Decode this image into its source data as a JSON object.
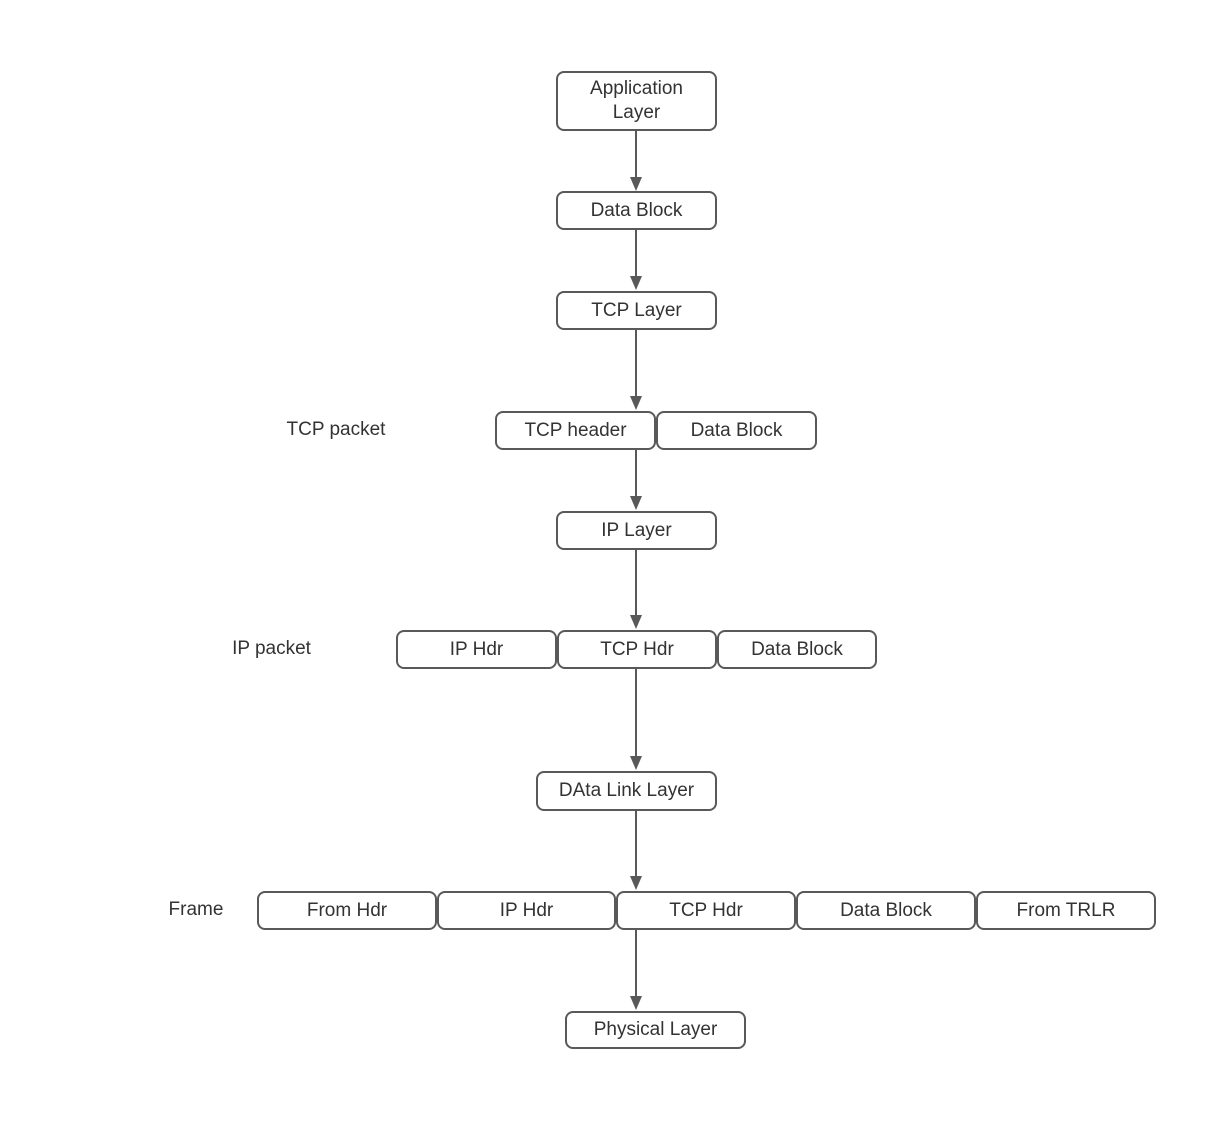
{
  "diagram": {
    "colors": {
      "stroke": "#595959",
      "text": "#333333",
      "background": "#ffffff"
    },
    "nodes": {
      "application_layer": "Application\nLayer",
      "data_block_top": "Data Block",
      "tcp_layer": "TCP Layer",
      "tcp_header": "TCP header",
      "tcp_data_block": "Data Block",
      "ip_layer": "IP Layer",
      "ip_hdr": "IP Hdr",
      "ip_tcp_hdr": "TCP Hdr",
      "ip_data_block": "Data Block",
      "data_link_layer": "DAta Link Layer",
      "frame_from_hdr": "From Hdr",
      "frame_ip_hdr": "IP Hdr",
      "frame_tcp_hdr": "TCP Hdr",
      "frame_data_block": "Data Block",
      "frame_from_trlr": "From TRLR",
      "physical_layer": "Physical Layer"
    },
    "row_labels": {
      "tcp_packet": "TCP packet",
      "ip_packet": "IP packet",
      "frame": "Frame"
    }
  }
}
